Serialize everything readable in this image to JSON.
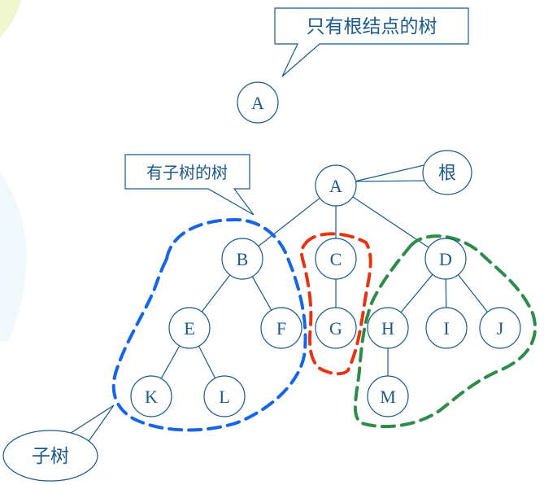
{
  "callouts": {
    "single_root_tree": "只有根结点的树",
    "tree_with_subtrees": "有子树的树",
    "root": "根",
    "subtree": "子树"
  },
  "single_node": {
    "label": "A"
  },
  "tree": {
    "nodes": {
      "A": "A",
      "B": "B",
      "C": "C",
      "D": "D",
      "E": "E",
      "F": "F",
      "G": "G",
      "H": "H",
      "I": "I",
      "J": "J",
      "K": "K",
      "L": "L",
      "M": "M"
    },
    "edges": [
      [
        "A",
        "B"
      ],
      [
        "A",
        "C"
      ],
      [
        "A",
        "D"
      ],
      [
        "B",
        "E"
      ],
      [
        "B",
        "F"
      ],
      [
        "C",
        "G"
      ],
      [
        "D",
        "H"
      ],
      [
        "D",
        "I"
      ],
      [
        "D",
        "J"
      ],
      [
        "E",
        "K"
      ],
      [
        "E",
        "L"
      ],
      [
        "H",
        "M"
      ]
    ],
    "subtree_outlines": [
      {
        "name": "subtree-b-outline",
        "root": "B",
        "color": "#1565e6"
      },
      {
        "name": "subtree-c-outline",
        "root": "C",
        "color": "#e63312"
      },
      {
        "name": "subtree-d-outline",
        "root": "D",
        "color": "#2e8b4a"
      }
    ]
  },
  "colors": {
    "stroke": "#1a5a8a",
    "text": "#1a5a8a",
    "decor": "#eef6d2"
  }
}
